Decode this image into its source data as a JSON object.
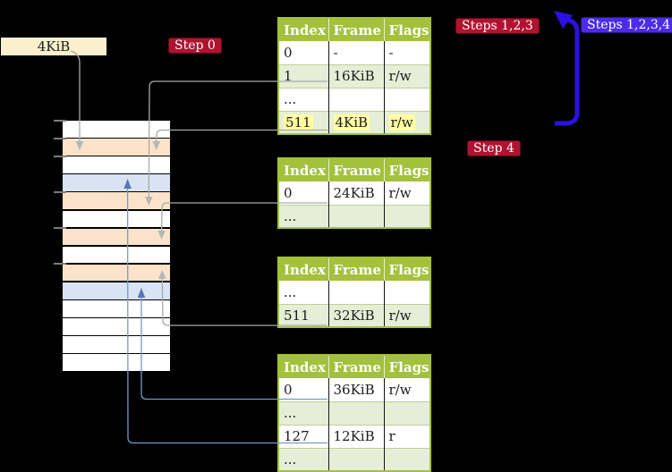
{
  "frame_label": "4KiB",
  "badges": {
    "step0": "Step 0",
    "steps123": "Steps 1,2,3",
    "steps1234": "Steps 1,2,3,4",
    "step4": "Step 4"
  },
  "tables": [
    {
      "name": "page-table-top",
      "headers": [
        "Index",
        "Frame",
        "Flags"
      ],
      "rows": [
        {
          "index": "0",
          "frame": "-",
          "flags": "-",
          "highlight": false
        },
        {
          "index": "1",
          "frame": "16KiB",
          "flags": "r/w",
          "highlight": false
        },
        {
          "index": "...",
          "frame": "",
          "flags": "",
          "highlight": false
        },
        {
          "index": "511",
          "frame": "4KiB",
          "flags": "r/w",
          "highlight": true
        }
      ]
    },
    {
      "name": "page-table-second",
      "headers": [
        "Index",
        "Frame",
        "Flags"
      ],
      "rows": [
        {
          "index": "0",
          "frame": "24KiB",
          "flags": "r/w",
          "highlight": false
        },
        {
          "index": "...",
          "frame": "",
          "flags": "",
          "highlight": false
        }
      ]
    },
    {
      "name": "page-table-third",
      "headers": [
        "Index",
        "Frame",
        "Flags"
      ],
      "rows": [
        {
          "index": "...",
          "frame": "",
          "flags": "",
          "highlight": false
        },
        {
          "index": "511",
          "frame": "32KiB",
          "flags": "r/w",
          "highlight": false
        }
      ]
    },
    {
      "name": "page-table-fourth",
      "headers": [
        "Index",
        "Frame",
        "Flags"
      ],
      "rows": [
        {
          "index": "0",
          "frame": "36KiB",
          "flags": "r/w",
          "highlight": false
        },
        {
          "index": "...",
          "frame": "",
          "flags": "",
          "highlight": false
        },
        {
          "index": "127",
          "frame": "12KiB",
          "flags": "r",
          "highlight": false
        },
        {
          "index": "...",
          "frame": "",
          "flags": "",
          "highlight": false
        }
      ]
    }
  ],
  "memory_strip": {
    "rows": [
      "white",
      "orange",
      "white",
      "blue",
      "orange",
      "white",
      "orange",
      "white",
      "orange",
      "blue",
      "white",
      "white",
      "white",
      "white"
    ],
    "tick_count": 6
  },
  "connections": [
    {
      "from": "label-4KiB",
      "to": "strip-row-2"
    },
    {
      "from": "table1-row-1-16KiB",
      "to": "strip-row-5"
    },
    {
      "from": "table1-row-511-4KiB",
      "to": "strip-row-2"
    },
    {
      "from": "table2-row-0-24KiB",
      "to": "strip-row-7"
    },
    {
      "from": "table3-row-511-32KiB",
      "to": "strip-row-9"
    },
    {
      "from": "table4-row-0-36KiB",
      "to": "strip-row-10"
    },
    {
      "from": "table4-row-127-12KiB",
      "to": "strip-row-4"
    }
  ],
  "palette": {
    "background": "#000000",
    "table_green": "#a3c13b",
    "table_row_green": "#e7eed7",
    "highlight_yellow": "#ffffa3",
    "badge_red": "#b01330",
    "badge_blue": "#4c2bea",
    "big_arrow_blue": "#2c10e2",
    "strip_orange": "#fbe3c9",
    "strip_blue": "#d8e4f3",
    "connector_gray": "#a9a9a9",
    "connector_blue": "#7b96cb",
    "frame_label_bg": "#faf0cd"
  }
}
